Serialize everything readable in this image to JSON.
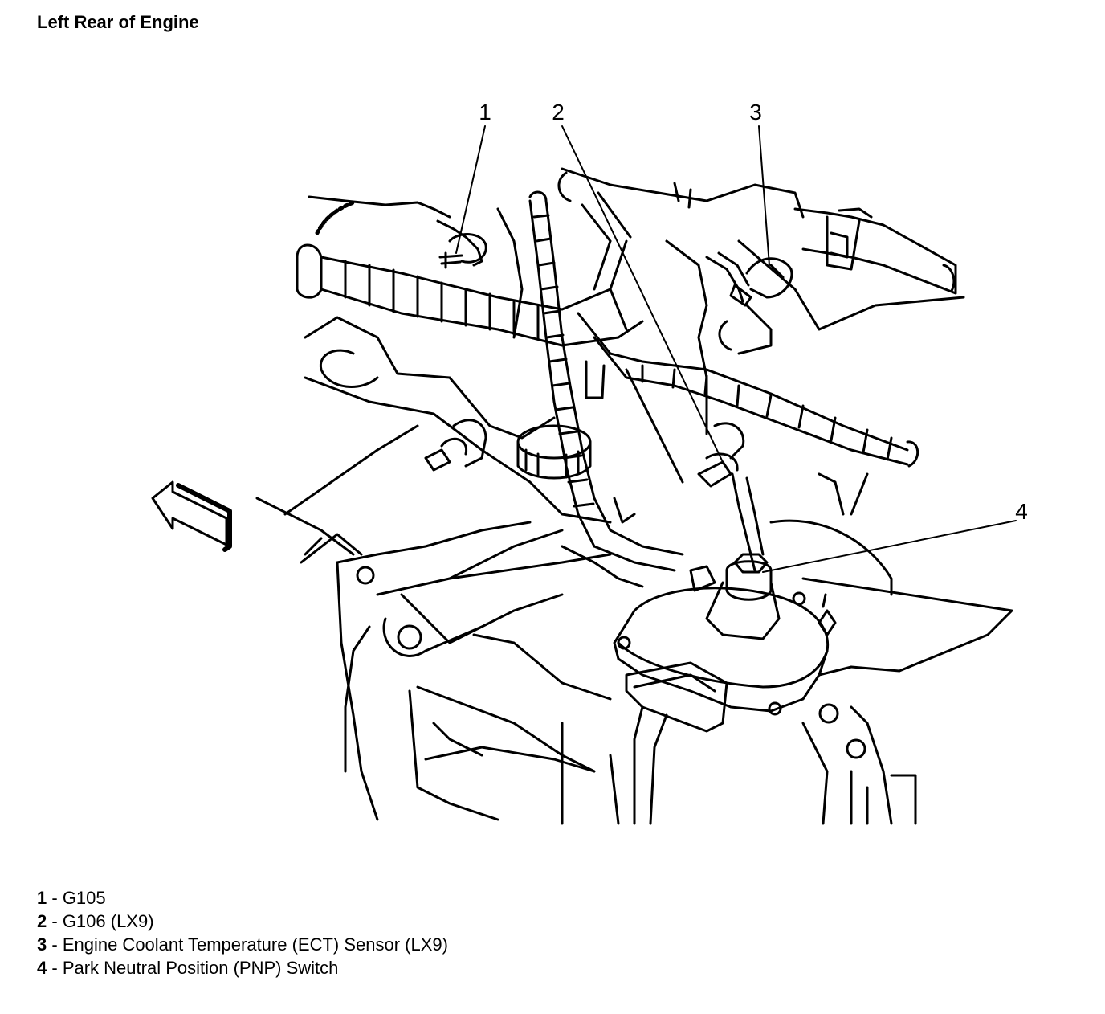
{
  "title": "Left Rear of Engine",
  "callouts": [
    "1",
    "2",
    "3",
    "4"
  ],
  "legend": [
    {
      "num": "1",
      "sep": " - ",
      "text": "G105"
    },
    {
      "num": "2",
      "sep": " - ",
      "text": "G106 (LX9)"
    },
    {
      "num": "3",
      "sep": " - ",
      "text": "Engine Coolant Temperature (ECT) Sensor (LX9)"
    },
    {
      "num": "4",
      "sep": " - ",
      "text": "Park Neutral Position (PNP) Switch"
    }
  ]
}
